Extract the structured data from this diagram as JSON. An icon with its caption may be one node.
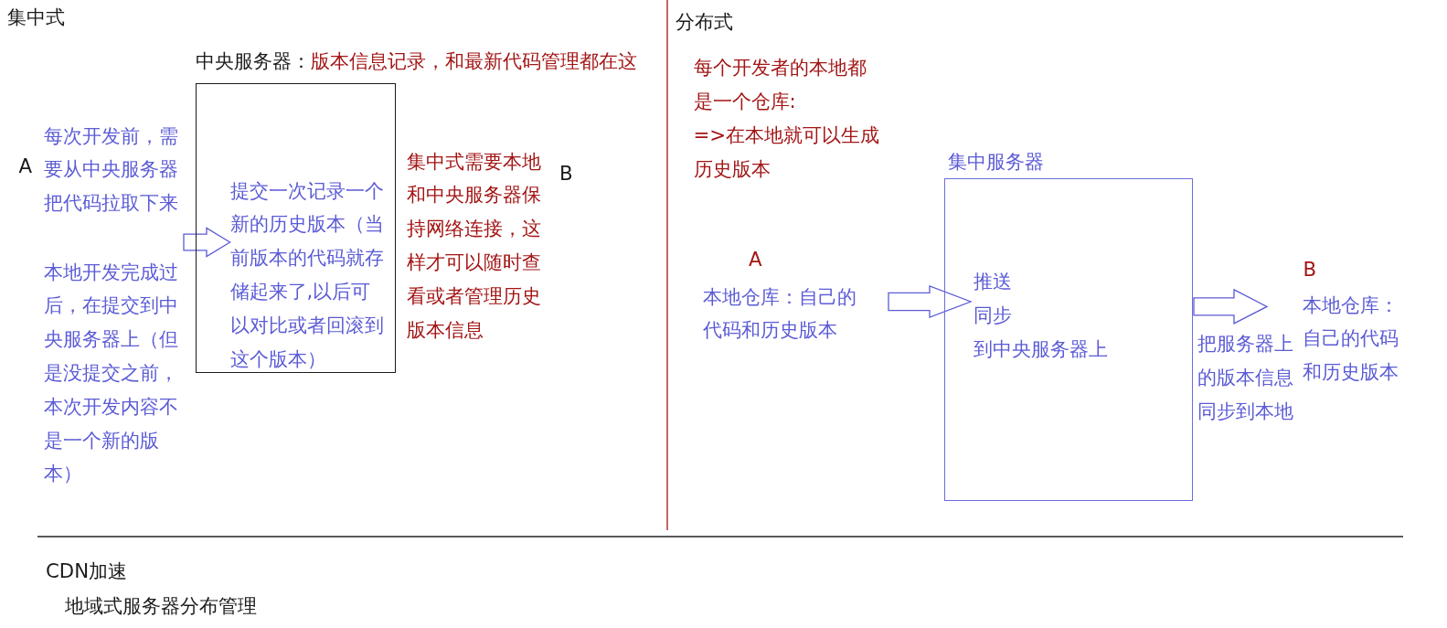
{
  "diagram": {
    "nodes": [
      {
        "text": [
          "中央服务器：",
          "版本信息记录，和最新代码管理都在这",
          "提交一次记录一个新的历史版本（当前版本的代码就存储起来了,以后可以对比或者回滚到这个版本）"
        ]
      },
      {
        "text": [
          "每次开发前，需要从中央服务器把代码拉取下来",
          "本地开发完成过后，在提交到中央服务器上（但是没提交之前，本次开发内容不是一个新的版本）"
        ],
        "beside": [
          "A"
        ]
      },
      {
        "text": [
          "集中服务器",
          "推送",
          "同步",
          "到中央服务器上"
        ]
      },
      {
        "text": [
          "本地仓库：自己的代码和历史版本"
        ],
        "beside": [
          "A"
        ]
      },
      {
        "text": [
          "本地仓库：自己的代码和历史版本"
        ],
        "beside": [
          "B"
        ]
      }
    ],
    "edges": [
      {
        "from": 1,
        "to": 0,
        "arrow": "to"
      },
      {
        "from": 3,
        "to": 2,
        "arrow": "to"
      },
      {
        "from": 2,
        "to": 4,
        "arrow": "to",
        "label": "把服务器上的版本信息同步到本地"
      }
    ],
    "labels": [
      "集中式",
      "分布式",
      "集中式需要本地和中央服务器保持网络连接，这样才可以随时查看或者管理历史版本信息",
      "B",
      "每个开发者的本地都是一个仓库:",
      "=>在本地就可以生成历史版本",
      "CDN加速",
      "地域式服务器分布管理"
    ]
  }
}
